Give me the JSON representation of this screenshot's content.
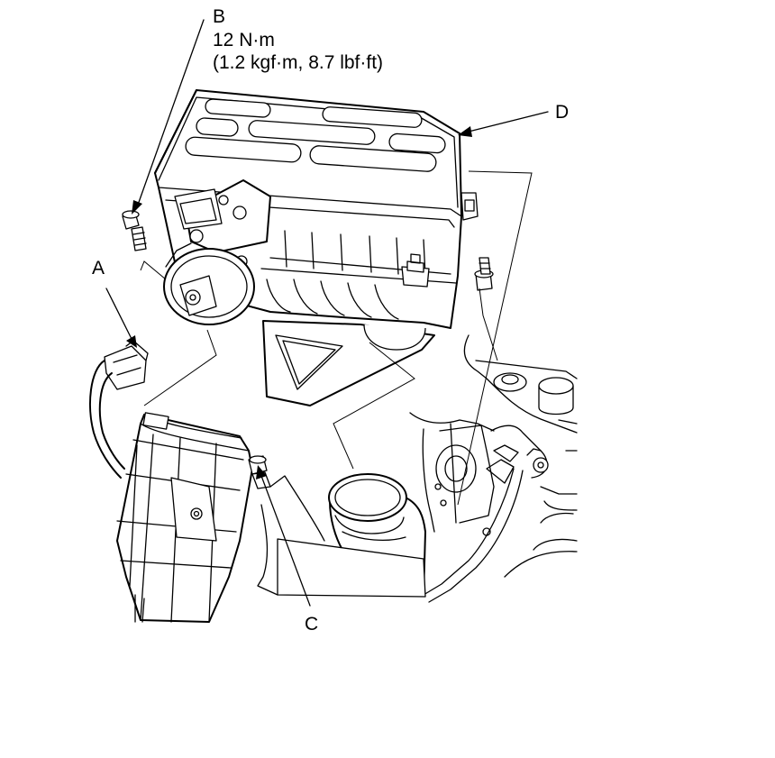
{
  "labels": {
    "a": "A",
    "b": "B",
    "c": "C",
    "d": "D",
    "torque": "12 N·m",
    "torque_alt": "(1.2 kgf·m, 8.7 lbf·ft)"
  },
  "colors": {
    "line": "#000000",
    "background": "#ffffff"
  }
}
